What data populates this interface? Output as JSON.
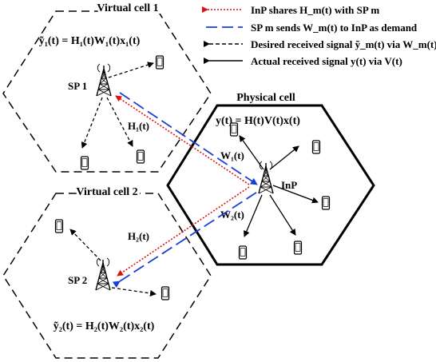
{
  "legend": {
    "items": [
      {
        "text": "InP shares  H_m(t)  with SP  m",
        "style": "red-dotted"
      },
      {
        "text": "SP  m  sends  W_m(t)  to InP as demand",
        "style": "blue-dashed"
      },
      {
        "text": "Desired received signal  ỹ_m(t)  via  W_m(t)",
        "style": "black-dashed"
      },
      {
        "text": "Actual received signal  y(t)  via  V(t)",
        "style": "black-solid"
      }
    ]
  },
  "virtual_cell_1": {
    "title": "Virtual cell 1",
    "equation": "ỹ₁(t) = H₁(t)W₁(t)x₁(t)",
    "sp_label": "SP 1",
    "channel_label": "H₁(t)"
  },
  "virtual_cell_2": {
    "title": "Virtual cell 2",
    "equation": "ỹ₂(t) = H₂(t)W₂(t)x₂(t)",
    "sp_label": "SP 2",
    "channel_label": "H₂(t)"
  },
  "physical_cell": {
    "title": "Physical cell",
    "equation": "y(t) = H(t)V(t)x(t)",
    "inp_label": "InP",
    "w1_label": "W₁(t)",
    "w2_label": "W₂(t)"
  },
  "colors": {
    "red": "#e01010",
    "blue": "#1a3fd6",
    "black": "#000000"
  }
}
